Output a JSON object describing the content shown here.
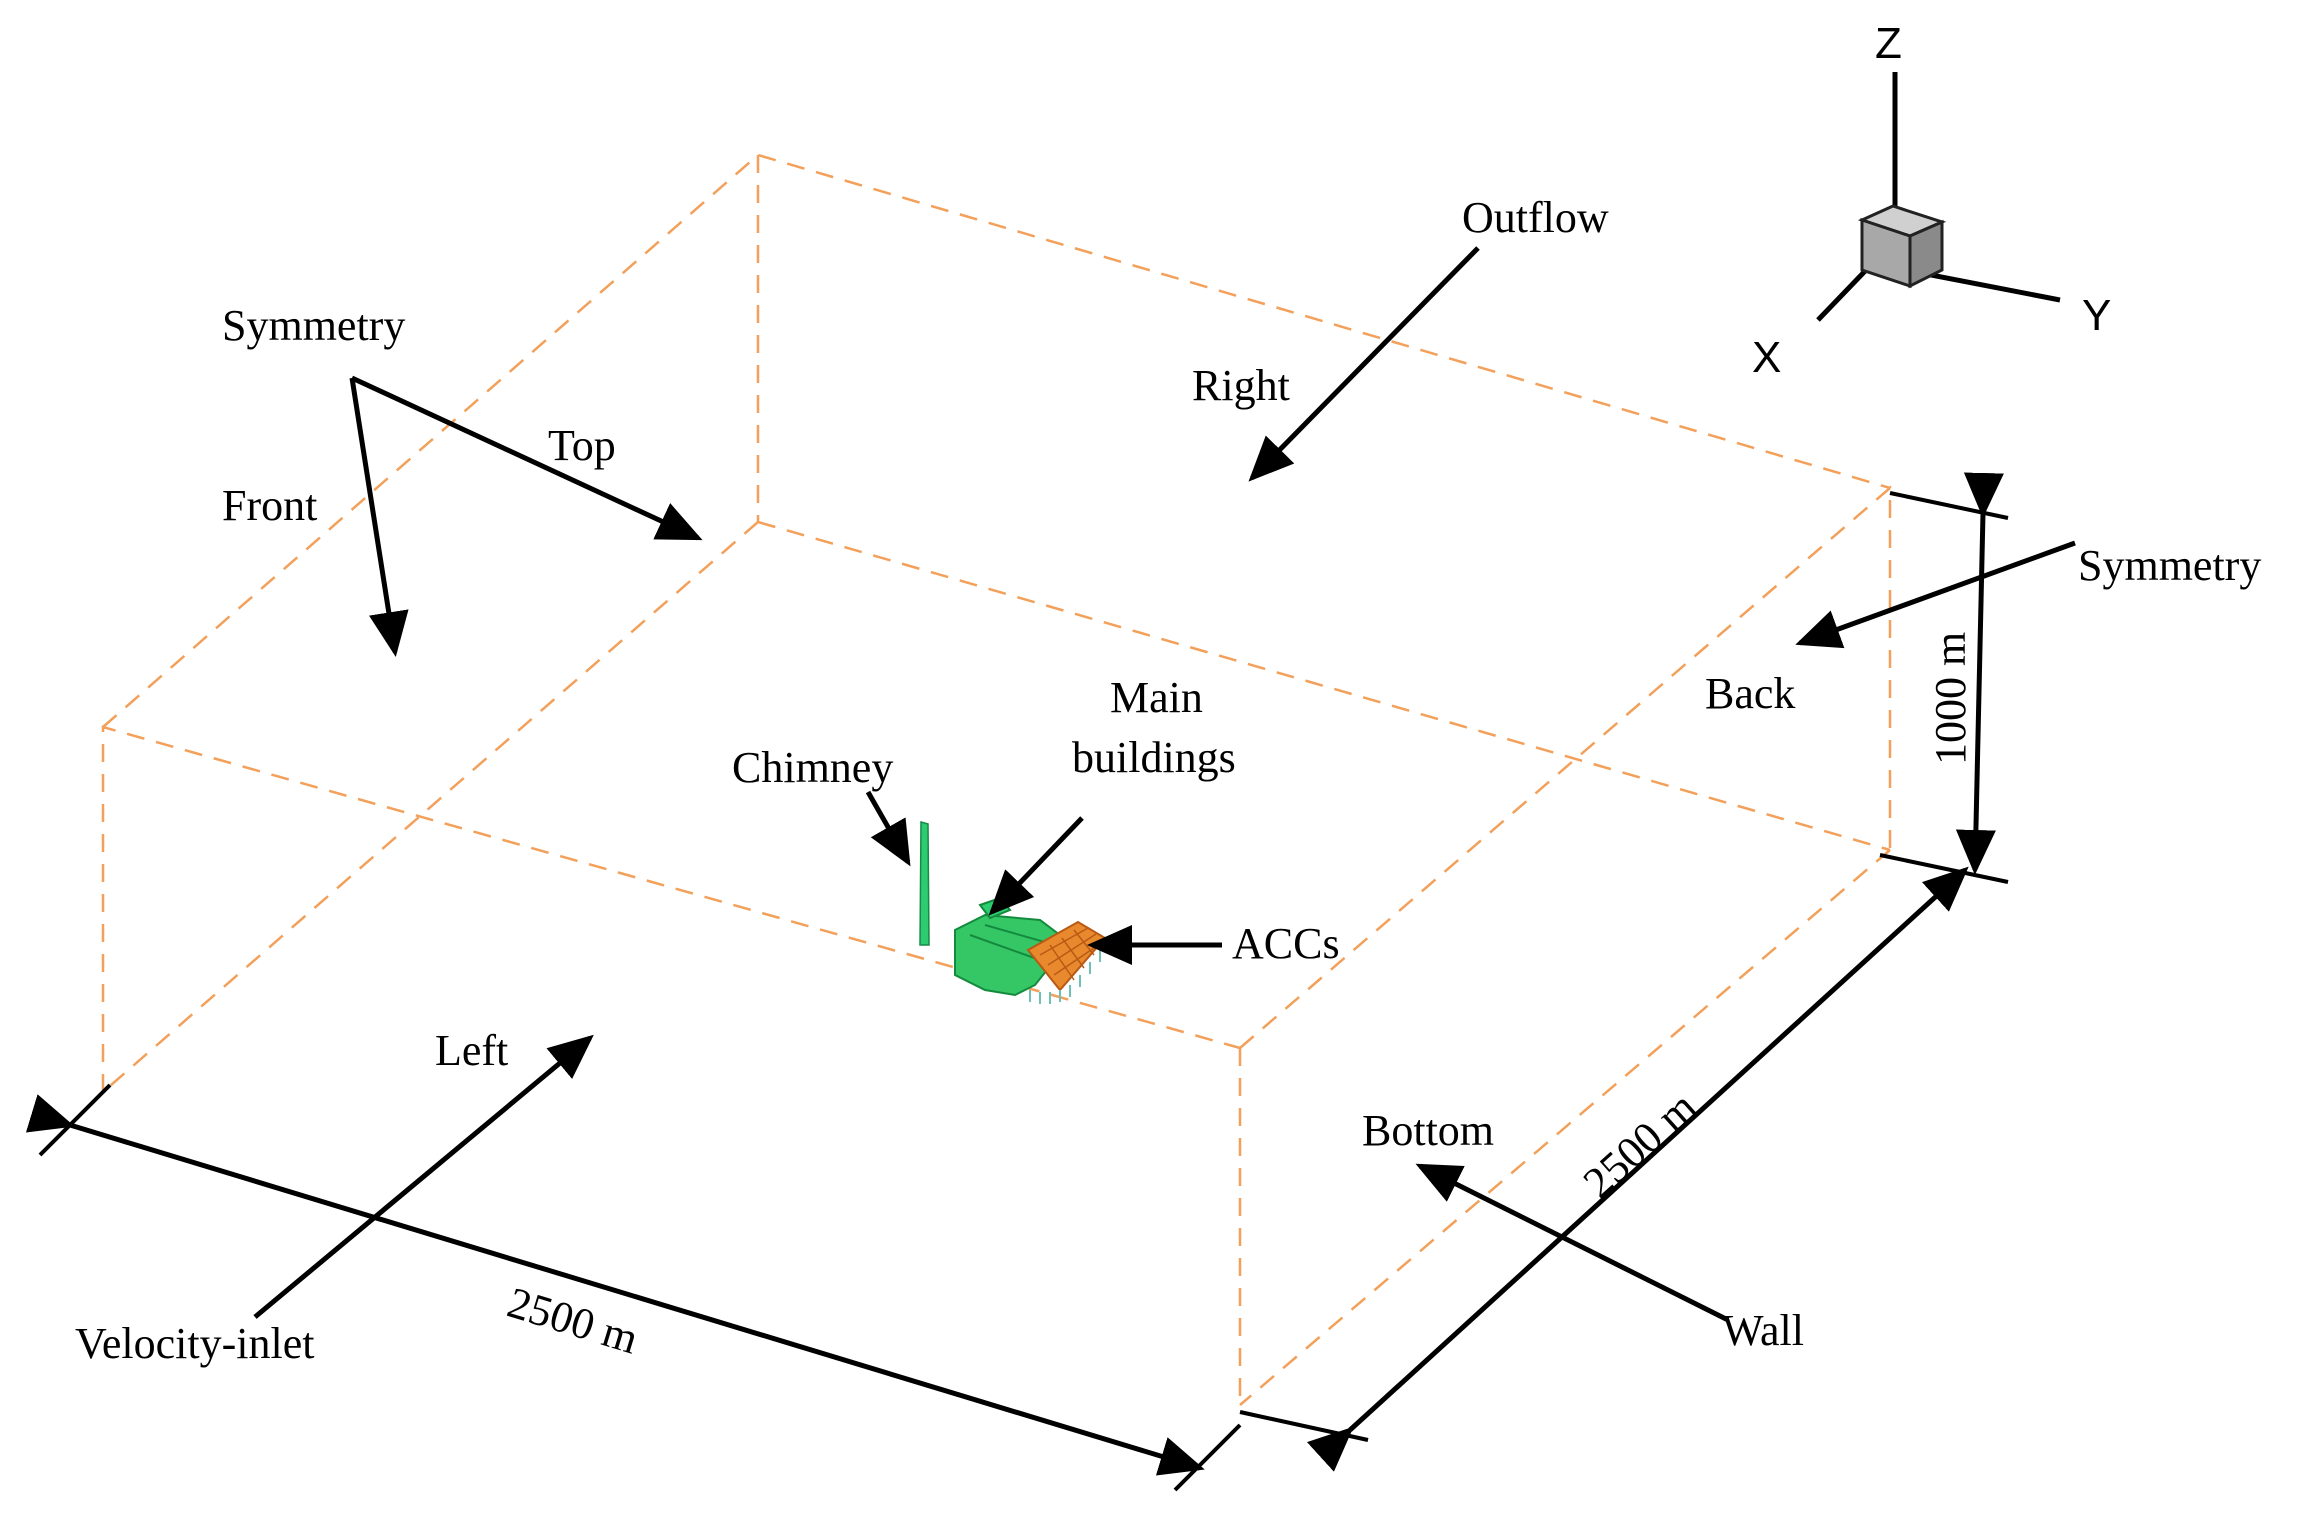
{
  "labels": {
    "symmetry_left": "Symmetry",
    "top": "Top",
    "front": "Front",
    "outflow": "Outflow",
    "right": "Right",
    "symmetry_right": "Symmetry",
    "back": "Back",
    "chimney": "Chimney",
    "main_buildings_line1": "Main",
    "main_buildings_line2": "buildings",
    "accs": "ACCs",
    "left": "Left",
    "bottom": "Bottom",
    "wall": "Wall",
    "velocity_inlet": "Velocity-inlet"
  },
  "dimensions": {
    "length": "2500 m",
    "width": "2500 m",
    "height": "1000 m"
  },
  "axes": {
    "x": "X",
    "y": "Y",
    "z": "Z"
  },
  "colors": {
    "domain_edges": "#f2a05a",
    "buildings": "#2ecc71",
    "accs": "#e8892e",
    "axis_cube": "#a8a8a8"
  }
}
